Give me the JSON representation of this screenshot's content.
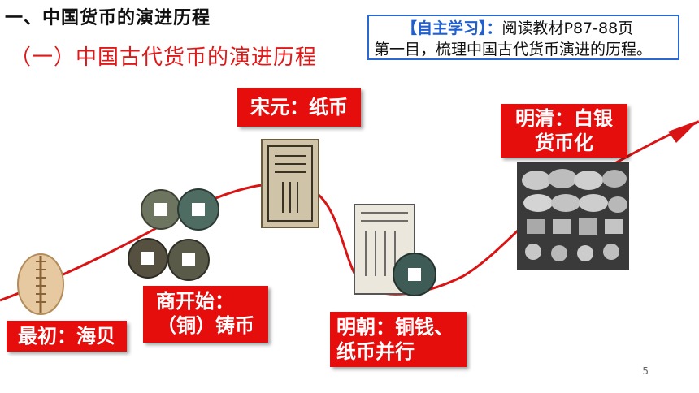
{
  "heading": "一、中国货币的演进历程",
  "subheading": "（一）中国古代货币的演进历程",
  "note": {
    "tag": "【自主学习】：",
    "line1_rest": "阅读教材P87-88页",
    "line2": "第一目，梳理中国古代货币演进的历程。",
    "border_color": "#2a6ad0"
  },
  "stages": [
    {
      "line1": "最初：海贝",
      "line2": ""
    },
    {
      "line1": "商开始：",
      "line2": "（铜）铸币"
    },
    {
      "line1": "宋元：纸币",
      "line2": ""
    },
    {
      "line1": "明朝：铜钱、",
      "line2": "纸币并行"
    },
    {
      "line1": "明清：白银",
      "line2": "货币化"
    }
  ],
  "accent_color": "#e60d0d",
  "curve_color": "#d81414",
  "page_number": "5"
}
